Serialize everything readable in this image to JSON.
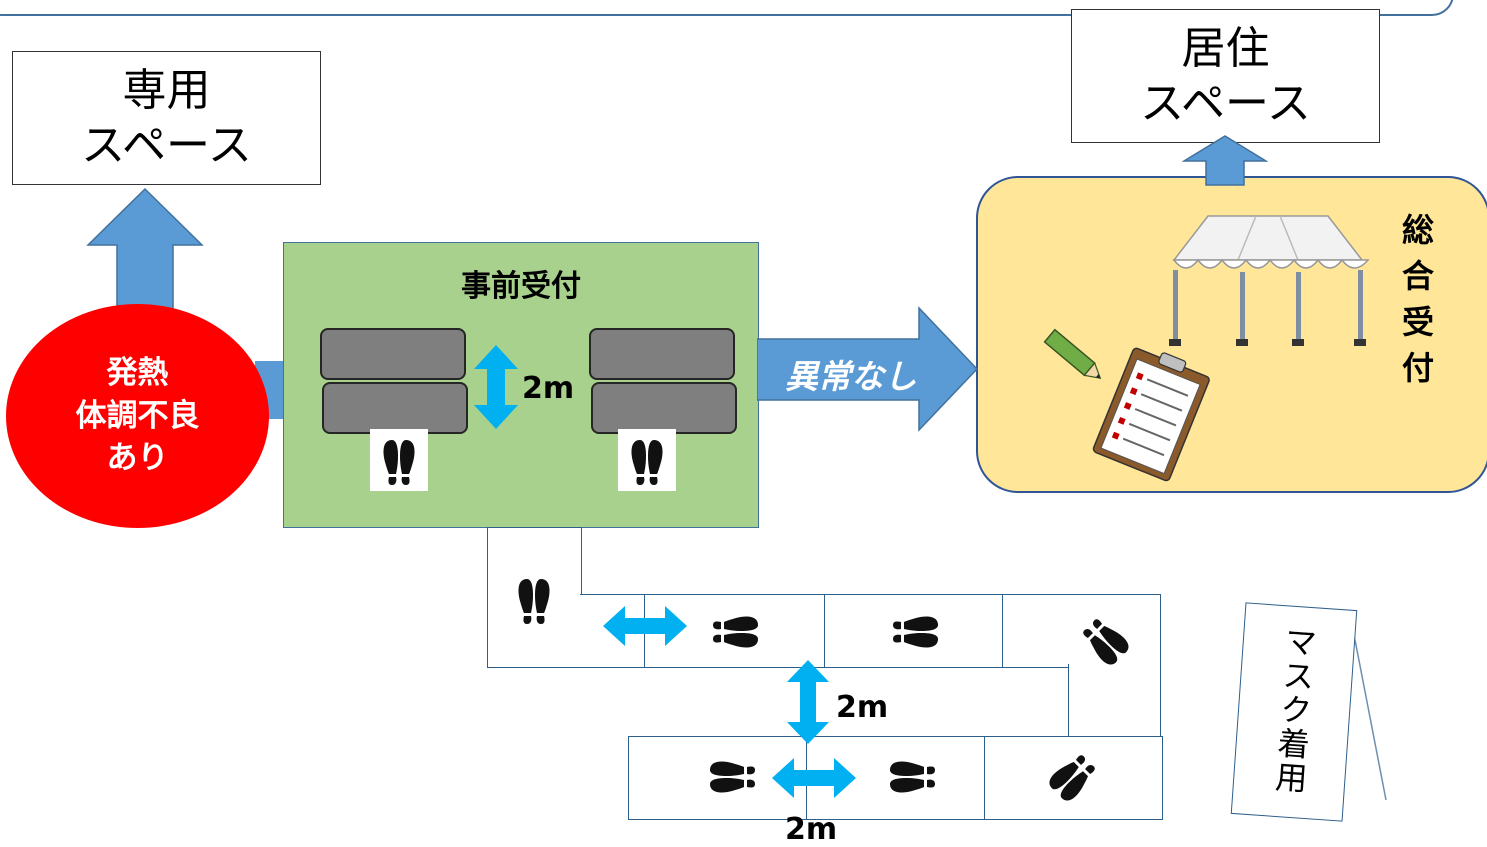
{
  "boxes": {
    "dedicated_line1": "専用",
    "dedicated_line2": "スペース",
    "residential_line1": "居住",
    "residential_line2": "スペース"
  },
  "pre_reception": {
    "title": "事前受付"
  },
  "fever": {
    "line1": "発熱",
    "line2": "体調不良",
    "line3": "あり"
  },
  "flow": {
    "normal_label": "異常なし"
  },
  "general_reception": {
    "chars": [
      "総",
      "合",
      "受",
      "付"
    ]
  },
  "distances": {
    "seats": "2m",
    "queue_vertical": "2m",
    "queue_horizontal": "2m"
  },
  "mask_sign": {
    "text": "マスク着用"
  },
  "colors": {
    "arrow_blue": "#5b9bd5",
    "distance_arrow": "#00b0f0",
    "fever_red": "#ff0000",
    "pre_reception_green": "#a9d18e",
    "general_reception_yellow": "#ffe699"
  }
}
